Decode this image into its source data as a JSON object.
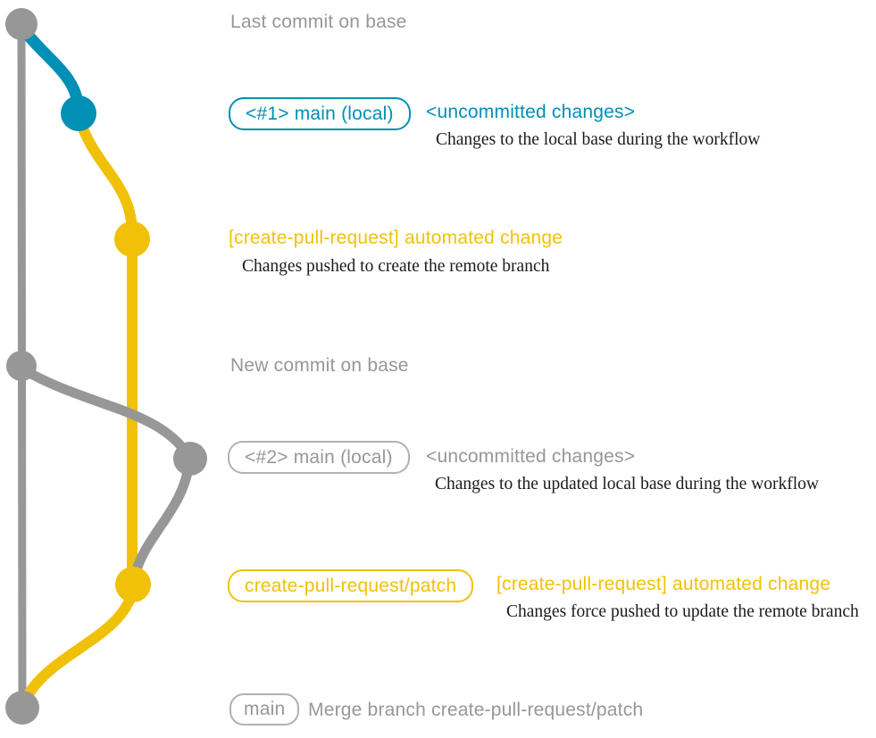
{
  "colors": {
    "gray": "#979797",
    "graylight": "#b2b2b2",
    "blue": "#008fb5",
    "yellow": "#f1c109"
  },
  "annotations": {
    "row_last_base": {
      "label": "Last commit on base"
    },
    "row_uncommitted_1": {
      "branch_label": "<#1> main (local)",
      "message": "<uncommitted changes>",
      "description": "Changes to the local base during the workflow"
    },
    "row_automated_1": {
      "message": "[create-pull-request] automated change",
      "description": "Changes pushed to create the remote branch"
    },
    "row_new_base": {
      "label": "New commit on base"
    },
    "row_uncommitted_2": {
      "branch_label": "<#2> main (local)",
      "message": "<uncommitted changes>",
      "description": "Changes to the updated local base during the workflow"
    },
    "row_automated_2": {
      "branch_label": "create-pull-request/patch",
      "message": "[create-pull-request] automated change",
      "description": "Changes force pushed to update the remote branch"
    },
    "row_merge": {
      "branch_label": "main",
      "message": "Merge branch create-pull-request/patch"
    }
  }
}
